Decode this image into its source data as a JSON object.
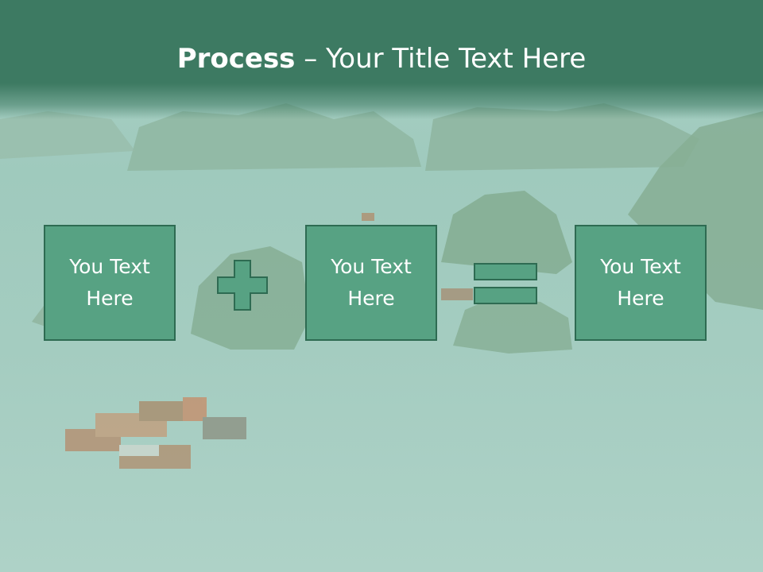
{
  "slide": {
    "title_bold": "Process",
    "title_rest": " – Your Title Text Here"
  },
  "boxes": [
    {
      "line1": "You Text",
      "line2": "Here"
    },
    {
      "line1": "You Text",
      "line2": "Here"
    },
    {
      "line1": "You Text",
      "line2": "Here"
    }
  ],
  "icons": {
    "plus": "plus-icon",
    "equals": "equals-icon"
  },
  "colors": {
    "title_band": "#3d7a62",
    "box_fill": "#57a283",
    "box_border": "#2e6b52",
    "text": "#ffffff"
  }
}
